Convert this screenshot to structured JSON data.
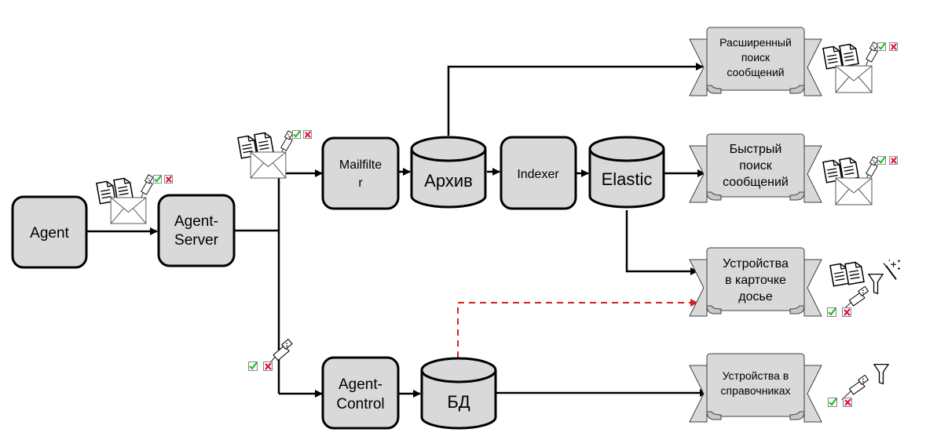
{
  "diagram": {
    "title": "",
    "nodes": {
      "agent": {
        "label": "Agent",
        "shape": "rounded-rect"
      },
      "agent_server": {
        "label_line1": "Agent-",
        "label_line2": "Server",
        "shape": "rounded-rect"
      },
      "mailfilter": {
        "label_line1": "Mailfilte",
        "label_line2": "r",
        "shape": "rounded-rect"
      },
      "archive": {
        "label": "Архив",
        "shape": "cylinder"
      },
      "indexer": {
        "label": "Indexer",
        "shape": "rounded-rect"
      },
      "elastic": {
        "label": "Elastic",
        "shape": "cylinder"
      },
      "agent_control": {
        "label_line1": "Agent-",
        "label_line2": "Control",
        "shape": "rounded-rect"
      },
      "db": {
        "label": "БД",
        "shape": "cylinder"
      }
    },
    "outputs": [
      {
        "id": "extended_search",
        "lines": [
          "Расширенный",
          "поиск",
          "сообщений"
        ],
        "icons": [
          "documents-icon",
          "usb-drive-icon",
          "envelope-icon",
          "check-icon",
          "cross-icon"
        ]
      },
      {
        "id": "quick_search",
        "lines": [
          "Быстрый",
          "поиск",
          "сообщений"
        ],
        "icons": [
          "documents-icon",
          "usb-drive-icon",
          "envelope-icon",
          "check-icon",
          "cross-icon"
        ]
      },
      {
        "id": "devices_dossier",
        "lines": [
          "Устройства",
          "в карточке",
          "досье"
        ],
        "icons": [
          "documents-icon",
          "filter-icon",
          "magic-wand-icon",
          "usb-drive-icon",
          "check-icon",
          "cross-icon"
        ]
      },
      {
        "id": "devices_directories",
        "lines": [
          "Устройства в",
          "справочниках"
        ],
        "icons": [
          "filter-icon",
          "usb-drive-icon",
          "check-icon",
          "cross-icon"
        ]
      }
    ],
    "edges": [
      {
        "from": "agent",
        "to": "agent_server",
        "style": "solid"
      },
      {
        "from": "agent_server",
        "to": "mailfilter",
        "style": "solid"
      },
      {
        "from": "agent_server",
        "to": "agent_control",
        "style": "solid"
      },
      {
        "from": "mailfilter",
        "to": "archive",
        "style": "solid"
      },
      {
        "from": "archive",
        "to": "indexer",
        "style": "solid"
      },
      {
        "from": "archive",
        "to": "extended_search",
        "style": "solid"
      },
      {
        "from": "indexer",
        "to": "elastic",
        "style": "solid"
      },
      {
        "from": "elastic",
        "to": "quick_search",
        "style": "solid"
      },
      {
        "from": "elastic",
        "to": "devices_dossier",
        "style": "solid"
      },
      {
        "from": "agent_control",
        "to": "db",
        "style": "solid"
      },
      {
        "from": "db",
        "to": "devices_directories",
        "style": "solid"
      },
      {
        "from": "db",
        "to": "devices_dossier",
        "style": "dashed",
        "color": "#d42020"
      }
    ],
    "colors": {
      "node_fill": "#d9d9d9",
      "stroke": "#000000",
      "dashed_edge": "#d42020",
      "check": "#22bb22",
      "cross": "#e0103a"
    }
  }
}
